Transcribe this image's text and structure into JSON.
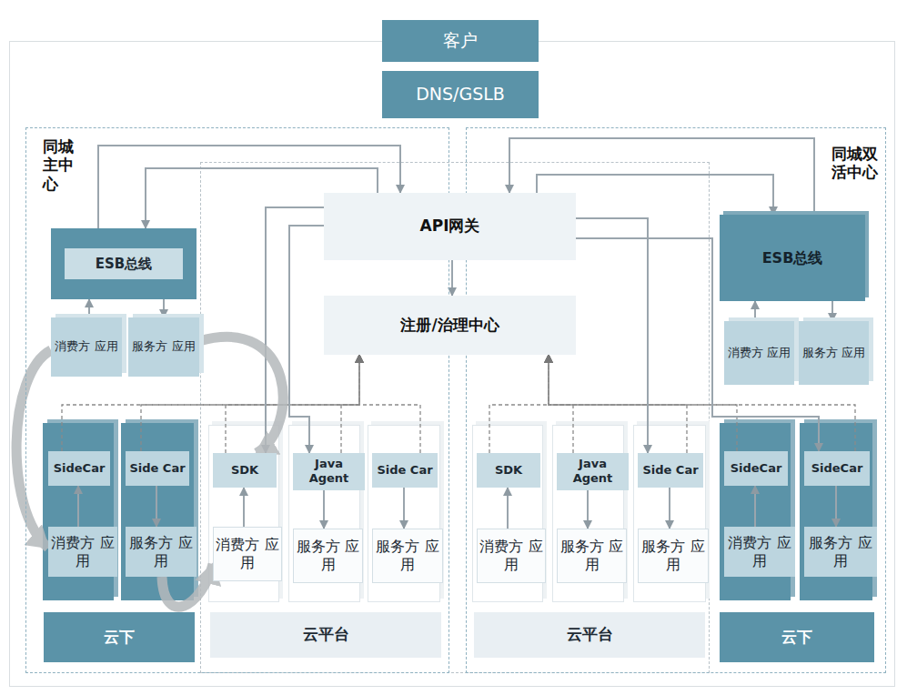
{
  "diagram": {
    "nodes": [
      {
        "text": [
          "客户"
        ]
      },
      {
        "text": [
          "DNS/GSLB"
        ]
      },
      {
        "text": [
          "同城主中心"
        ]
      },
      {
        "text": [
          "同城双活中心"
        ]
      },
      {
        "text": [
          "API网关"
        ]
      },
      {
        "text": [
          "注册/治理中心"
        ]
      },
      {
        "text": [
          "ESB总线"
        ],
        "in": 2
      },
      {
        "text": [
          "消费方 应用"
        ],
        "in": 2
      },
      {
        "text": [
          "服务方 应用"
        ],
        "in": 2
      },
      {
        "text": [
          "SideCar"
        ],
        "in": 2
      },
      {
        "text": [
          "消费方 应用"
        ],
        "in": 2
      },
      {
        "text": [
          "Side Car"
        ],
        "in": 2
      },
      {
        "text": [
          "服务方 应用"
        ],
        "in": 2
      },
      {
        "text": [
          "云下"
        ],
        "in": 2
      },
      {
        "text": [
          "SDK"
        ],
        "in": 2
      },
      {
        "text": [
          "消费方 应用"
        ],
        "in": 2
      },
      {
        "text": [
          "Java Agent"
        ],
        "in": 2
      },
      {
        "text": [
          "服务方 应用"
        ],
        "in": 2
      },
      {
        "text": [
          "Side Car"
        ],
        "in": 2
      },
      {
        "text": [
          "服务方 应用"
        ],
        "in": 2
      },
      {
        "text": [
          "云平台"
        ],
        "in": 2
      },
      {
        "text": [
          "SDK"
        ],
        "in": 3
      },
      {
        "text": [
          "消费方 应用"
        ],
        "in": 3
      },
      {
        "text": [
          "Java Agent"
        ],
        "in": 3
      },
      {
        "text": [
          "服务方 应用"
        ],
        "in": 3
      },
      {
        "text": [
          "Side Car"
        ],
        "in": 3
      },
      {
        "text": [
          "服务方 应用"
        ],
        "in": 3
      },
      {
        "text": [
          "云平台"
        ],
        "in": 3
      },
      {
        "text": [
          "ESB总线"
        ],
        "in": 3
      },
      {
        "text": [
          "消费方 应用"
        ],
        "in": 3
      },
      {
        "text": [
          "服务方 应用"
        ],
        "in": 3
      },
      {
        "text": [
          "SideCar"
        ],
        "in": 3
      },
      {
        "text": [
          "消费方 应用"
        ],
        "in": 3
      },
      {
        "text": [
          "SideCar"
        ],
        "in": 3
      },
      {
        "text": [
          "服务方 应用"
        ],
        "in": 3
      },
      {
        "text": [
          "云下"
        ],
        "in": 3
      }
    ],
    "edges": [
      {
        "from": 6,
        "to": 4,
        "arrow": "to"
      },
      {
        "from": 4,
        "to": 6,
        "arrow": "to"
      },
      {
        "from": 7,
        "to": 6,
        "arrow": "to"
      },
      {
        "from": 6,
        "to": 8,
        "arrow": "to"
      },
      {
        "from": 4,
        "to": 5,
        "arrow": "to"
      },
      {
        "from": 28,
        "to": 4,
        "arrow": "to"
      },
      {
        "from": 4,
        "to": 28,
        "arrow": "to"
      },
      {
        "from": 29,
        "to": 28,
        "arrow": "to"
      },
      {
        "from": 28,
        "to": 30,
        "arrow": "to"
      },
      {
        "from": 10,
        "to": 9,
        "arrow": "to"
      },
      {
        "from": 11,
        "to": 12,
        "arrow": "to"
      },
      {
        "from": 15,
        "to": 14,
        "arrow": "to"
      },
      {
        "from": 16,
        "to": 17,
        "arrow": "to"
      },
      {
        "from": 18,
        "to": 19,
        "arrow": "to"
      },
      {
        "from": 22,
        "to": 21,
        "arrow": "to"
      },
      {
        "from": 23,
        "to": 24,
        "arrow": "to"
      },
      {
        "from": 25,
        "to": 26,
        "arrow": "to"
      },
      {
        "from": 32,
        "to": 31,
        "arrow": "to"
      },
      {
        "from": 33,
        "to": 34,
        "arrow": "to"
      },
      {
        "from": 9,
        "to": 5,
        "arrow": "to"
      },
      {
        "from": 11,
        "to": 5,
        "arrow": "to"
      },
      {
        "from": 14,
        "to": 5,
        "arrow": "to"
      },
      {
        "from": 16,
        "to": 5,
        "arrow": "to"
      },
      {
        "from": 18,
        "to": 5,
        "arrow": "to"
      },
      {
        "from": 21,
        "to": 5,
        "arrow": "to"
      },
      {
        "from": 23,
        "to": 5,
        "arrow": "to"
      },
      {
        "from": 25,
        "to": 5,
        "arrow": "to"
      },
      {
        "from": 31,
        "to": 5,
        "arrow": "to"
      },
      {
        "from": 33,
        "to": 5,
        "arrow": "to"
      },
      {
        "from": 4,
        "to": 14,
        "arrow": "to"
      },
      {
        "from": 4,
        "to": 16,
        "arrow": "to"
      },
      {
        "from": 4,
        "to": 25,
        "arrow": "to"
      },
      {
        "from": 4,
        "to": 33,
        "arrow": "to"
      },
      {
        "from": 7,
        "to": 10,
        "arrow": "to"
      },
      {
        "from": 8,
        "to": 14,
        "arrow": "to"
      },
      {
        "from": 12,
        "to": 15,
        "arrow": "to"
      }
    ]
  }
}
